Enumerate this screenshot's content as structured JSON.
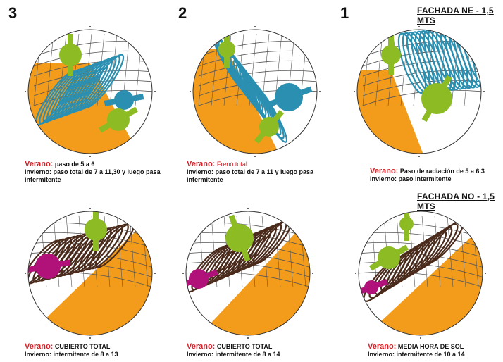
{
  "columns": [
    {
      "number": "3"
    },
    {
      "number": "2"
    },
    {
      "number": "1"
    }
  ],
  "headings": {
    "ne": "FACHADA NE  - 1,5 MTS",
    "no": "FACHADA NO  - 1,5 MTS"
  },
  "diagrams": [
    {
      "id": "ne-3",
      "summer_label": "Verano:",
      "summer_text": "paso de 5 a 6",
      "winter_text": "Invierno: paso total de 7 a 11,30 y luego pasa intermitente"
    },
    {
      "id": "ne-2",
      "summer_label": "Verano:",
      "summer_text": "Frenó total",
      "winter_text": "Invierno: paso total de 7 a 11 y luego pasa intermitente"
    },
    {
      "id": "ne-1",
      "summer_label": "Verano:",
      "summer_text": "Paso de radiación de 5 a 6.3",
      "winter_text": "Invierno: paso intermitente"
    },
    {
      "id": "no-3",
      "summer_label": "Verano:",
      "summer_text": "CUBIERTO TOTAL",
      "winter_text": "Invierno: intermitente de 8 a 13"
    },
    {
      "id": "no-2",
      "summer_label": "Verano:",
      "summer_text": "CUBIERTO TOTAL",
      "winter_text": "Invierno: intermitente de 8 a 14"
    },
    {
      "id": "no-1",
      "summer_label": "Verano:",
      "summer_text": "MEDIA HORA DE SOL",
      "winter_text": "Invierno: intermitente de 10 a 14"
    }
  ],
  "colors": {
    "obstruction": "#f39c1b",
    "ne_mask": "#2a8fb0",
    "no_mask": "#4a2a1a",
    "green_sun": "#8dbb23",
    "magenta_sun": "#b0127a",
    "grid": "#555555",
    "summer_label": "#d61f26"
  },
  "icons": [
    "sun-path-diagram"
  ]
}
